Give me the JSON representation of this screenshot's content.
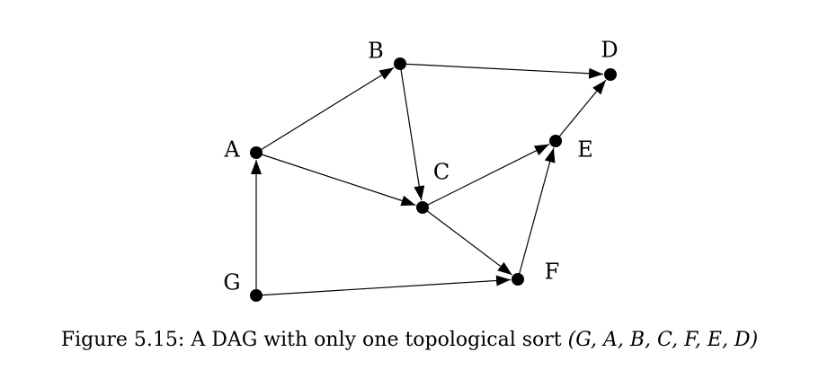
{
  "diagram": {
    "nodes": [
      {
        "id": "B",
        "label": "B"
      },
      {
        "id": "D",
        "label": "D"
      },
      {
        "id": "A",
        "label": "A"
      },
      {
        "id": "E",
        "label": "E"
      },
      {
        "id": "C",
        "label": "C"
      },
      {
        "id": "F",
        "label": "F"
      },
      {
        "id": "G",
        "label": "G"
      }
    ],
    "edges": [
      {
        "from": "A",
        "to": "B"
      },
      {
        "from": "B",
        "to": "D"
      },
      {
        "from": "B",
        "to": "C"
      },
      {
        "from": "A",
        "to": "C"
      },
      {
        "from": "C",
        "to": "E"
      },
      {
        "from": "C",
        "to": "F"
      },
      {
        "from": "E",
        "to": "D"
      },
      {
        "from": "F",
        "to": "E"
      },
      {
        "from": "G",
        "to": "A"
      },
      {
        "from": "G",
        "to": "F"
      }
    ]
  },
  "caption": {
    "prefix": "Figure 5.15: A DAG with only one topological sort ",
    "sort": "(G, A, B, C, F, E, D)"
  }
}
